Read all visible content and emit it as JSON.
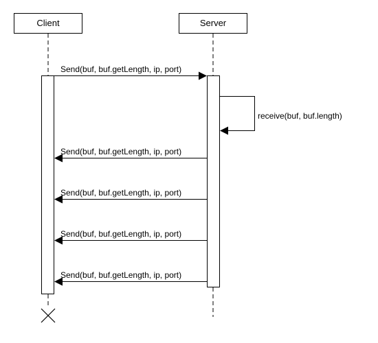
{
  "diagram": {
    "type": "sequence",
    "participants": [
      {
        "id": "client",
        "label": "Client"
      },
      {
        "id": "server",
        "label": "Server"
      }
    ],
    "messages": [
      {
        "from": "client",
        "to": "server",
        "label": "Send(buf, buf.getLength, ip, port)"
      },
      {
        "from": "server",
        "to": "server",
        "label": "receive(buf, buf.length)"
      },
      {
        "from": "server",
        "to": "client",
        "label": "Send(buf, buf.getLength, ip, port)"
      },
      {
        "from": "server",
        "to": "client",
        "label": "Send(buf, buf.getLength, ip, port)"
      },
      {
        "from": "server",
        "to": "client",
        "label": "Send(buf, buf.getLength, ip, port)"
      },
      {
        "from": "server",
        "to": "client",
        "label": "Send(buf, buf.getLength, ip, port)"
      }
    ],
    "destroyed": [
      "client"
    ]
  }
}
